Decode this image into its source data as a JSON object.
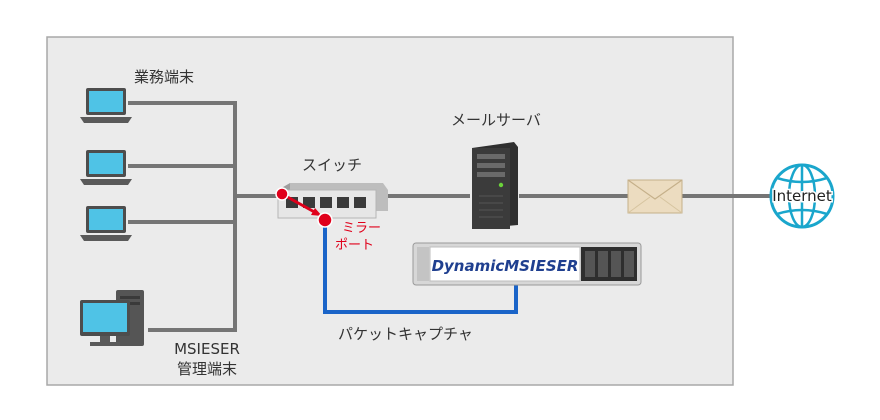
{
  "colors": {
    "panel_bg": "#ebebeb",
    "panel_border": "#a8a8a8",
    "wire": "#757575",
    "capture_wire": "#1a64c8",
    "mirror_red": "#e0001b",
    "globe": "#1aa6cc"
  },
  "labels": {
    "business_terminals": "業務端末",
    "switch": "スイッチ",
    "mirror_port_line1": "ミラー",
    "mirror_port_line2": "ポート",
    "mail_server": "メールサーバ",
    "appliance_brand": "DynamicMSIESER",
    "packet_capture": "パケットキャプチャ",
    "admin_terminal_line1": "MSIESER",
    "admin_terminal_line2": "管理端末",
    "internet": "Internet"
  },
  "icons": {
    "laptop": "laptop-icon",
    "desktop": "desktop-pc-icon",
    "switch": "network-switch-icon",
    "server": "tower-server-icon",
    "appliance": "rack-appliance-icon",
    "mail": "envelope-icon",
    "globe": "globe-icon"
  }
}
